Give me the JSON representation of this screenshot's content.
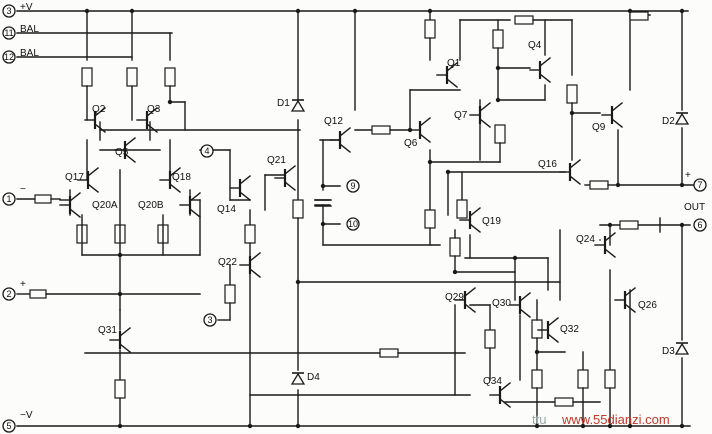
{
  "pins": [
    {
      "num": "3",
      "label": "+V"
    },
    {
      "num": "11",
      "label": "BAL"
    },
    {
      "num": "12",
      "label": "BAL"
    },
    {
      "num": "4",
      "label": ""
    },
    {
      "num": "1",
      "label": "−"
    },
    {
      "num": "2",
      "label": "+"
    },
    {
      "num": "3",
      "label": ""
    },
    {
      "num": "5",
      "label": "−V"
    },
    {
      "num": "9",
      "label": ""
    },
    {
      "num": "10",
      "label": ""
    },
    {
      "num": "7",
      "label": "+"
    },
    {
      "num": "6",
      "label": "OUT"
    }
  ],
  "transistors": [
    "Q1",
    "Q2",
    "Q3",
    "Q4",
    "Q5",
    "Q6",
    "Q7",
    "Q9",
    "Q12",
    "Q14",
    "Q16",
    "Q17",
    "Q18",
    "Q19",
    "Q20A",
    "Q20B",
    "Q21",
    "Q22",
    "Q24",
    "Q26",
    "Q29",
    "Q30",
    "Q31",
    "Q32",
    "Q34"
  ],
  "diodes": [
    "D1",
    "D2",
    "D3",
    "D4"
  ],
  "watermark": {
    "prefix": "ttu",
    "site": "www.55dianzi.com"
  }
}
